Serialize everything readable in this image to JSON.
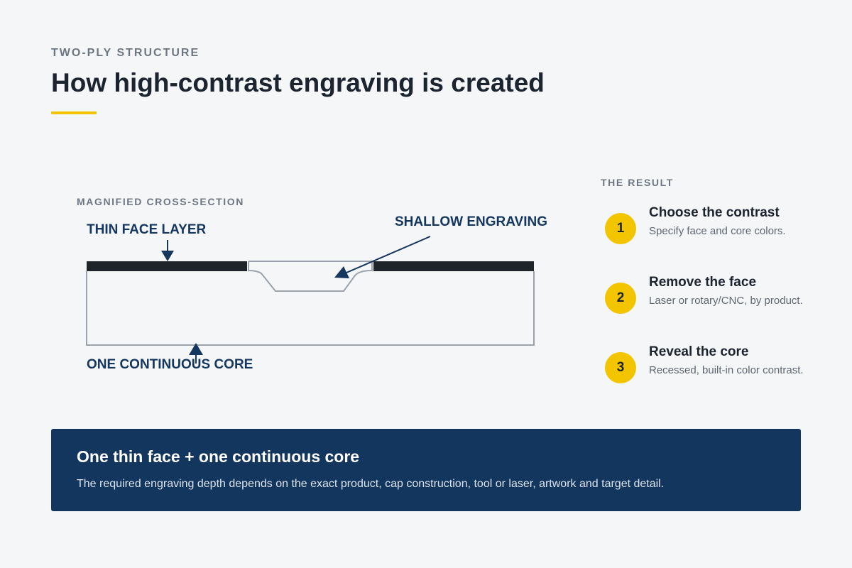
{
  "header": {
    "eyebrow": "TWO-PLY STRUCTURE",
    "title": "How high-contrast engraving is created"
  },
  "diagram": {
    "section_label": "MAGNIFIED CROSS-SECTION",
    "callouts": {
      "face": "THIN FACE LAYER",
      "engraving": "SHALLOW ENGRAVING",
      "core": "ONE CONTINUOUS CORE"
    },
    "colors": {
      "face_layer": "#1f242b",
      "core_outline": "#9aa3ad",
      "arrow": "#14365f"
    }
  },
  "result": {
    "heading": "THE RESULT",
    "steps": [
      {
        "number": "1",
        "title": "Choose the contrast",
        "description": "Specify face and core colors."
      },
      {
        "number": "2",
        "title": "Remove the face",
        "description": "Laser or rotary/CNC, by product."
      },
      {
        "number": "3",
        "title": "Reveal the core",
        "description": "Recessed, built-in color contrast."
      }
    ]
  },
  "summary": {
    "title": "One thin face + one continuous core",
    "text": "The required engraving depth depends on the exact product, cap construction, tool or laser, artwork and target detail."
  },
  "colors": {
    "accent": "#f2c500",
    "navy": "#13365f",
    "background": "#f4f6f8"
  }
}
